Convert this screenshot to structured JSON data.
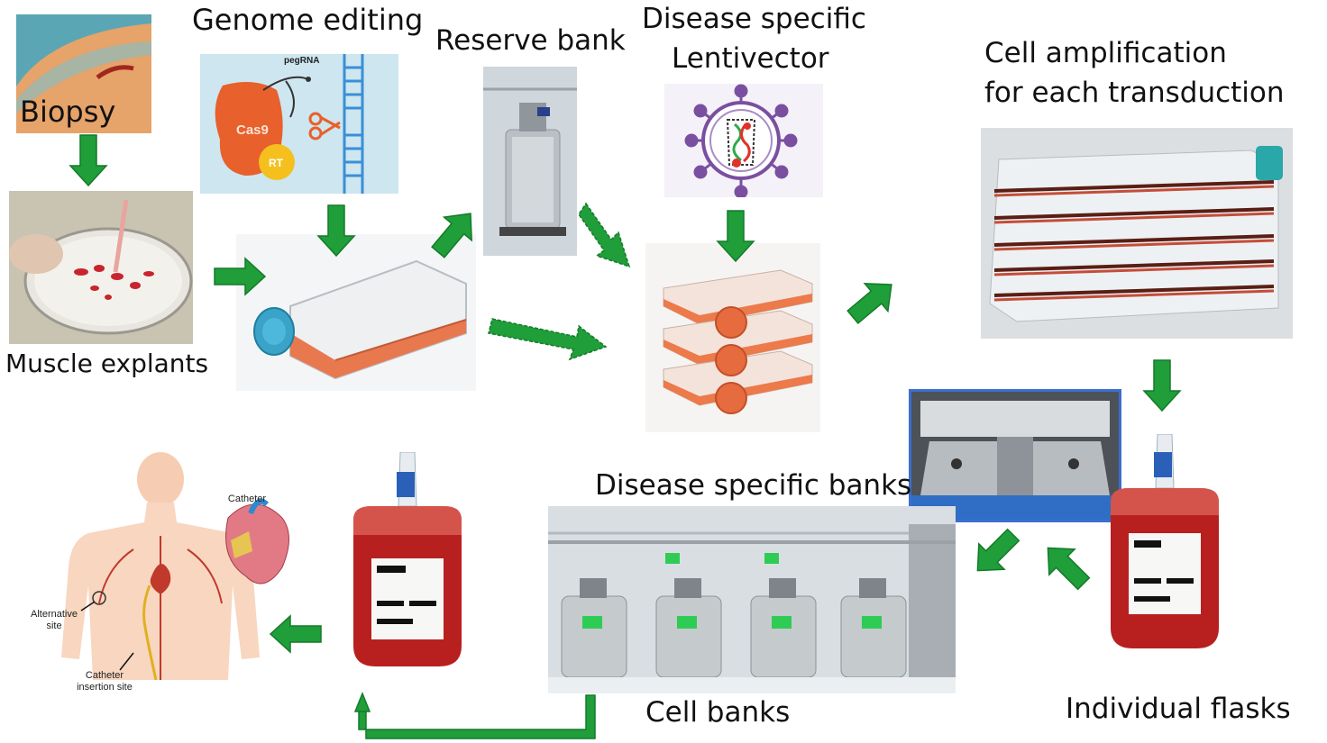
{
  "labels": {
    "biopsy": "Biopsy",
    "muscle_explants": "Muscle explants",
    "genome_editing": "Genome editing",
    "reserve_bank": "Reserve bank",
    "disease_specific_line1": "Disease specific",
    "disease_specific_line2": "Lentivector",
    "cell_amplification_line1": "Cell amplification",
    "cell_amplification_line2": "for each transduction",
    "disease_specific_banks": "Disease specific banks",
    "cell_banks": "Cell banks",
    "individual_flasks": "Individual flasks"
  },
  "genome_editing_graphic": {
    "pegrna": "pegRNA",
    "cas9": "Cas9",
    "rt": "RT"
  },
  "anatomy": {
    "catheter": "Catheter",
    "alternative_site": "Alternative site",
    "catheter_insertion_site": "Catheter insertion site"
  },
  "colors": {
    "arrow_green": "#1f9e3a",
    "arrow_outline": "#157a2a",
    "flask_medium": "#e8794f",
    "cas9_orange": "#e8602c",
    "rt_yellow": "#f5c01e",
    "virus_purple": "#7a4fa0",
    "blood_red": "#b8201f",
    "tank_label_green": "#2ecc55",
    "frame_blue": "#3b6fd0"
  }
}
